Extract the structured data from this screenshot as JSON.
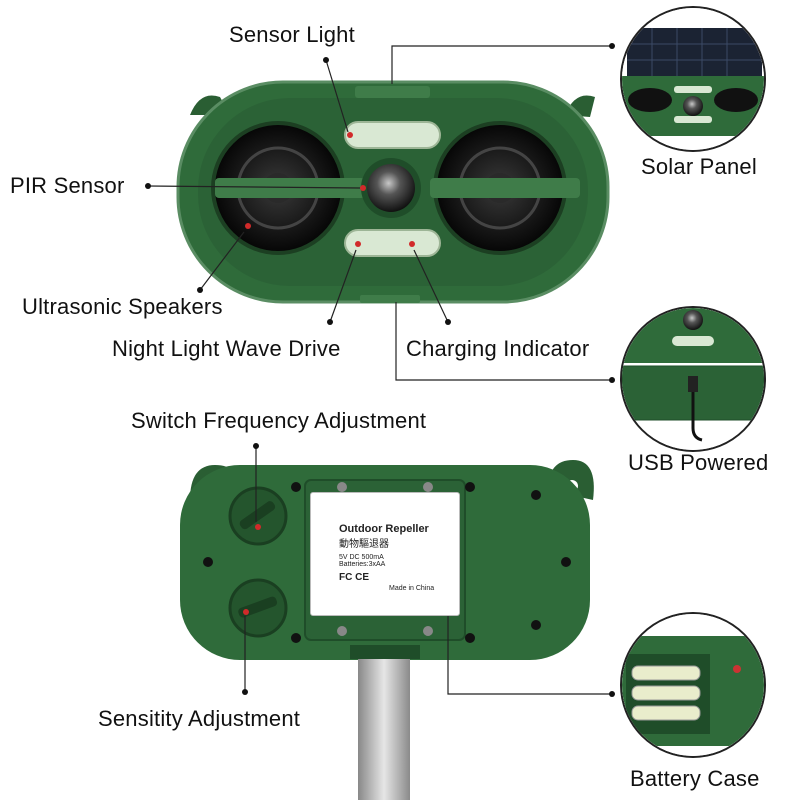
{
  "labels": {
    "sensor_light": "Sensor Light",
    "pir_sensor": "PIR Sensor",
    "ultrasonic_speakers": "Ultrasonic Speakers",
    "night_light": "Night Light Wave Drive",
    "charging_indicator": "Charging Indicator",
    "solar_panel": "Solar Panel",
    "usb_powered": "USB Powered",
    "switch_frequency": "Switch Frequency Adjustment",
    "sensitivity": "Sensitity Adjustment",
    "battery_case": "Battery Case"
  },
  "sticker": {
    "title": "Outdoor Repeller",
    "chinese": "動物驅退器",
    "spec": "5V  DC  500mA",
    "batteries": "Batteries:3xAA",
    "marks": "FC CE",
    "origin": "Made in China"
  },
  "colors": {
    "device_green": "#2f6b3a",
    "device_dark": "#1f4d29",
    "leader_line": "#222222",
    "dot": "#111111"
  }
}
